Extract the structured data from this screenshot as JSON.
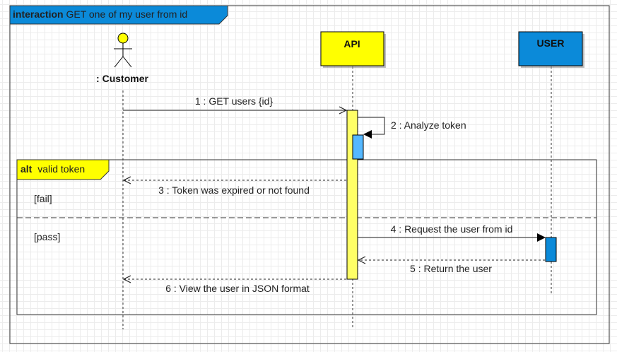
{
  "frame": {
    "keyword": "interaction",
    "name": "GET one of my user from id",
    "tab_color": "#0b8ad9"
  },
  "participants": {
    "customer": {
      "label": ": Customer",
      "actor_color": "#ffff00"
    },
    "api": {
      "label": "API",
      "fill": "#ffff00"
    },
    "user": {
      "label": "USER",
      "fill": "#0b8ad9"
    }
  },
  "activation_colors": {
    "api": "#ffff66",
    "api_nested": "#55b8ff",
    "user": "#0b8ad9"
  },
  "messages": [
    {
      "label": "1 : GET users {id}",
      "kind": "sync"
    },
    {
      "label": "2 : Analyze token",
      "kind": "self"
    },
    {
      "label": "3 : Token was expired or not found",
      "kind": "reply"
    },
    {
      "label": "4 : Request the user from id",
      "kind": "sync"
    },
    {
      "label": "5 : Return the user",
      "kind": "reply"
    },
    {
      "label": "6 : View the user in JSON format",
      "kind": "reply"
    }
  ],
  "fragment": {
    "operator": "alt",
    "condition": "valid token",
    "tab_color": "#ffff00",
    "guards": [
      "[fail]",
      "[pass]"
    ]
  }
}
